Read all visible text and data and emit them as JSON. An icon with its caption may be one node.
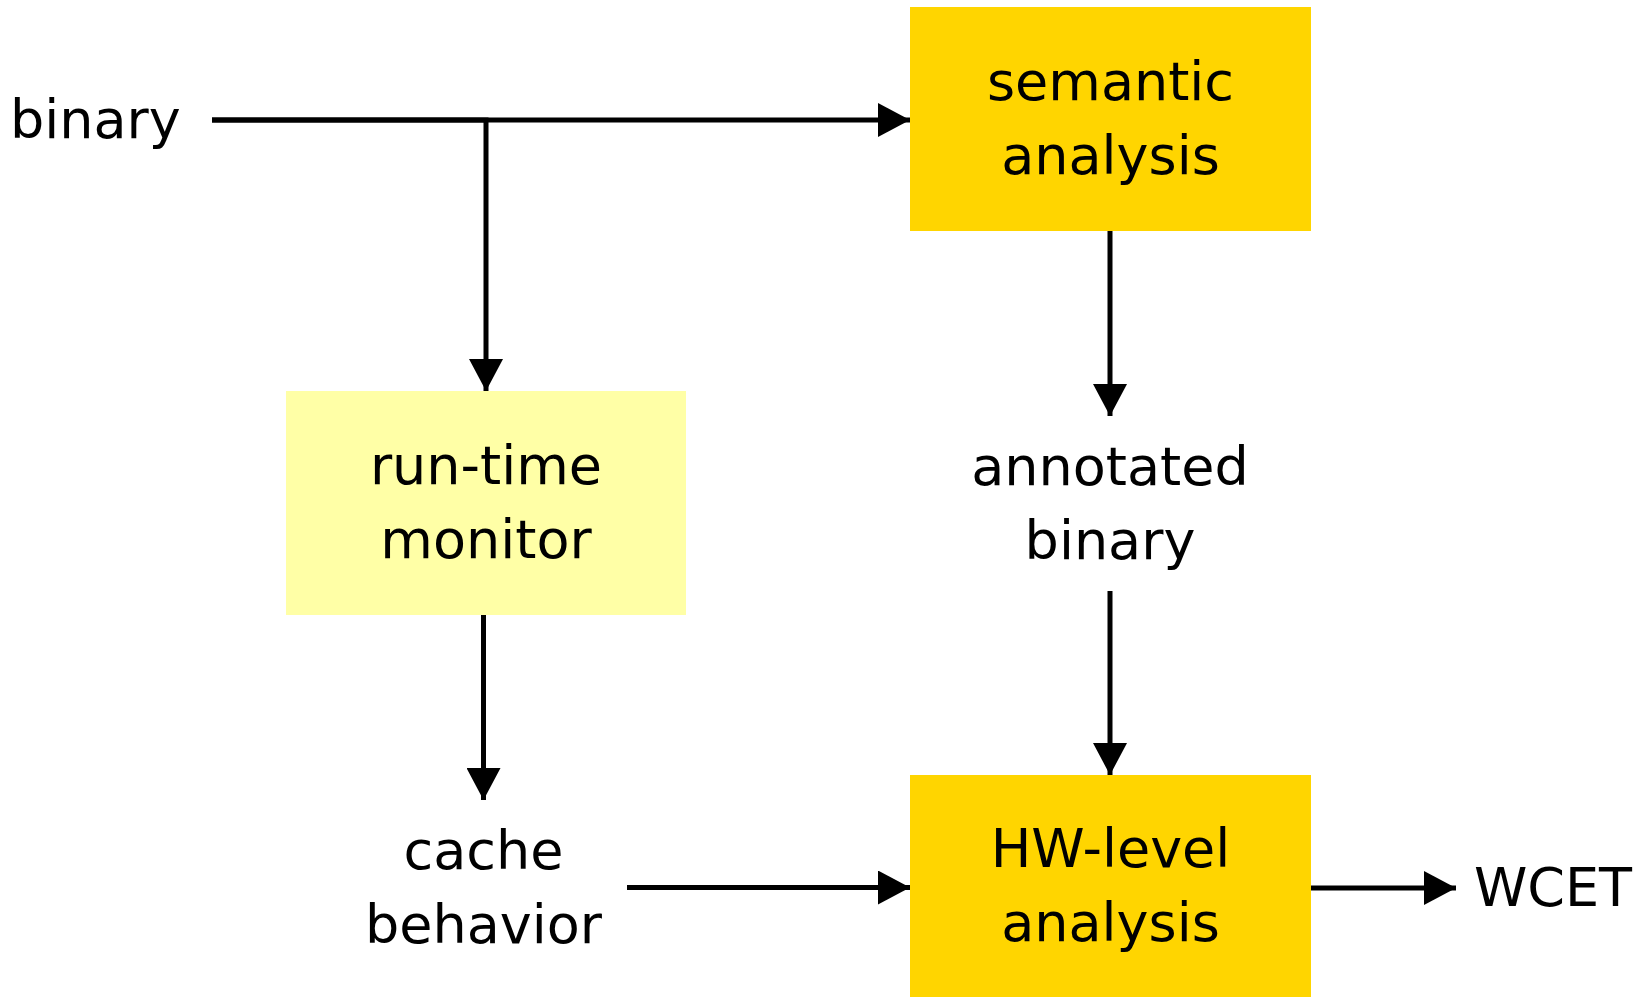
{
  "diagram": {
    "nodes": [
      {
        "text": [
          "binary"
        ]
      },
      {
        "text": [
          "semantic analysis"
        ]
      },
      {
        "text": [
          "run-time monitor"
        ]
      },
      {
        "text": [
          "annotated binary"
        ]
      },
      {
        "text": [
          "cache behavior"
        ]
      },
      {
        "text": [
          "HW-level analysis"
        ]
      },
      {
        "text": [
          "WCET"
        ]
      }
    ],
    "edges": [
      {
        "from": 0,
        "to": 1,
        "arrow": "to"
      },
      {
        "from": 0,
        "to": 2,
        "arrow": "to"
      },
      {
        "from": 1,
        "to": 3,
        "arrow": "to"
      },
      {
        "from": 2,
        "to": 4,
        "arrow": "to"
      },
      {
        "from": 3,
        "to": 5,
        "arrow": "to"
      },
      {
        "from": 4,
        "to": 5,
        "arrow": "to"
      },
      {
        "from": 5,
        "to": 6,
        "arrow": "to"
      }
    ]
  }
}
